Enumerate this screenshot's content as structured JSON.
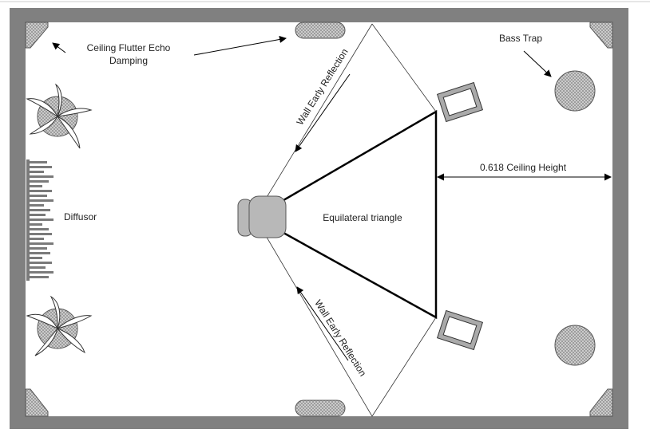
{
  "labels": {
    "ceiling_flutter_line1": "Ceiling Flutter Echo",
    "ceiling_flutter_line2": "Damping",
    "bass_trap": "Bass Trap",
    "wall_reflection_top": "Wall Early Reflection",
    "wall_reflection_bottom": "Wall Early Reflection",
    "ceiling_height": "0.618 Ceiling Height",
    "diffusor": "Diffusor",
    "equilateral": "Equilateral triangle"
  },
  "colors": {
    "wall": "#808080",
    "absorber": "#bdbdbd",
    "seat": "#b8b8b8",
    "line": "#000000",
    "page": "#ffffff"
  },
  "icons": {
    "plant": "potted-plant-icon",
    "speaker": "speaker-icon",
    "chair": "listening-chair-icon",
    "bass_trap": "bass-trap-icon",
    "corner_trap": "corner-trap-icon",
    "ceiling_panel": "ceiling-absorber-panel-icon",
    "diffusor": "diffusor-panel-icon"
  }
}
